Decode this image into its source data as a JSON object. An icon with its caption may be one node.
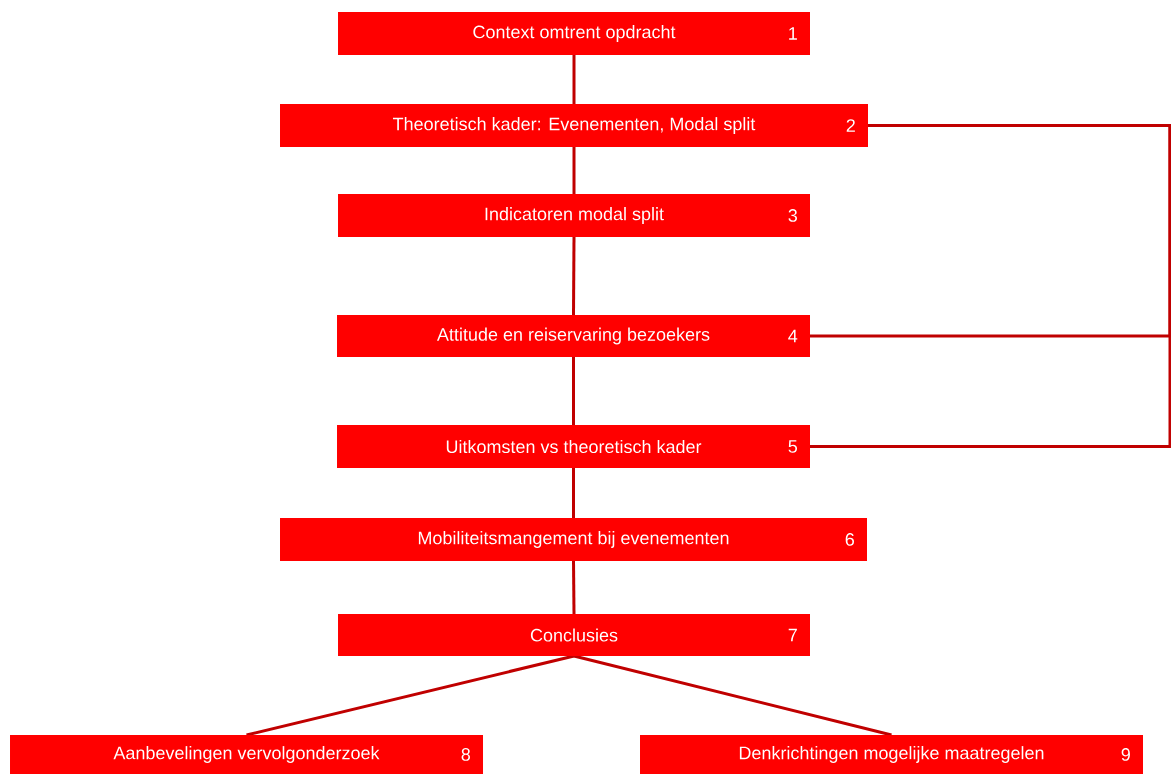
{
  "diagram": {
    "nodes": [
      {
        "text": [
          "Context omtrent opdracht",
          "1"
        ]
      },
      {
        "text": [
          "Theoretisch kader: Evenementen, Modal split",
          "2"
        ]
      },
      {
        "text": [
          "Indicatoren modal split",
          "3"
        ]
      },
      {
        "text": [
          "Attitude en reiservaring bezoekers",
          "4"
        ]
      },
      {
        "text": [
          "Uitkomsten vs theoretisch kader",
          "5"
        ]
      },
      {
        "text": [
          "Mobiliteitsmangement bij evenementen",
          "6"
        ]
      },
      {
        "text": [
          "Conclusies",
          "7"
        ]
      },
      {
        "text": [
          "Aanbevelingen vervolgonderzoek",
          "8"
        ]
      },
      {
        "text": [
          "Denkrichtingen mogelijke maatregelen",
          "9"
        ]
      }
    ],
    "edges": [
      {
        "from": 0,
        "to": 1,
        "arrow": "none"
      },
      {
        "from": 1,
        "to": 2,
        "arrow": "none"
      },
      {
        "from": 2,
        "to": 3,
        "arrow": "none"
      },
      {
        "from": 3,
        "to": 4,
        "arrow": "none"
      },
      {
        "from": 4,
        "to": 5,
        "arrow": "none"
      },
      {
        "from": 5,
        "to": 6,
        "arrow": "none"
      },
      {
        "from": 6,
        "to": 7,
        "arrow": "none"
      },
      {
        "from": 6,
        "to": 8,
        "arrow": "none"
      },
      {
        "from": 1,
        "to": 3,
        "arrow": "none"
      },
      {
        "from": 1,
        "to": 4,
        "arrow": "none"
      }
    ]
  }
}
